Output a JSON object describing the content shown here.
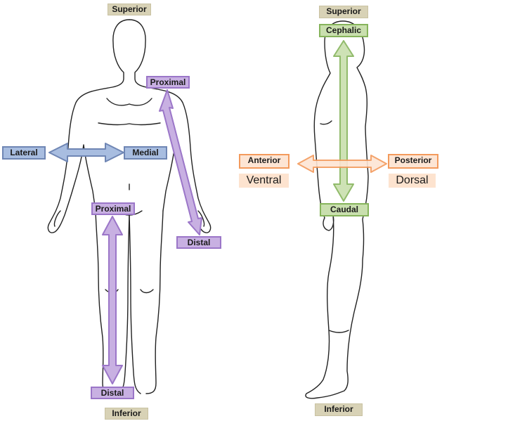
{
  "anterior_view": {
    "superior": "Superior",
    "inferior": "Inferior",
    "lateral": "Lateral",
    "medial": "Medial",
    "arm_proximal": "Proximal",
    "arm_distal": "Distal",
    "leg_proximal": "Proximal",
    "leg_distal": "Distal"
  },
  "lateral_view": {
    "superior": "Superior",
    "inferior": "Inferior",
    "cephalic": "Cephalic",
    "caudal": "Caudal",
    "anterior": "Anterior",
    "ventral": "Ventral",
    "posterior": "Posterior",
    "dorsal": "Dorsal"
  },
  "colors": {
    "tan": "#d8d2b6",
    "blue": "#a8bde0",
    "purple": "#c8b0e2",
    "green": "#c9dfae",
    "orange": "#fde5d4",
    "outline": "#222222"
  }
}
